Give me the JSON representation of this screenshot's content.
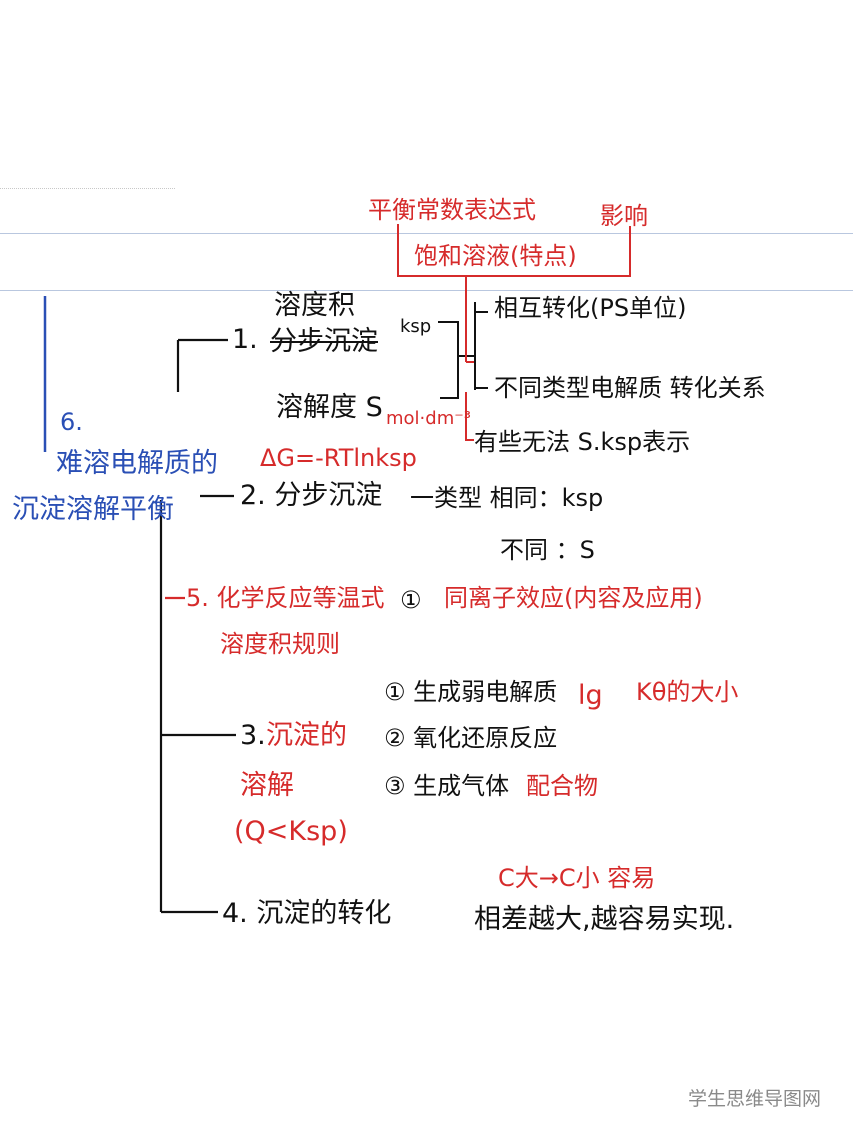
{
  "top": {
    "balance_expression": "平衡常数表达式",
    "influence": "影响",
    "saturated_solution": "饱和溶液(特点)"
  },
  "root": {
    "number": "6.",
    "line1": "难溶电解质的",
    "line2": "沉淀溶解平衡"
  },
  "branch1": {
    "label": "1.",
    "solubility_product": "溶度积",
    "struck_text": "分步沉淀",
    "ksp": "ksp",
    "solubility": "溶解度 S",
    "unit": "mol·dm⁻³",
    "gibbs": "ΔG=-RTlnksp",
    "mutual_conversion": "相互转化(PS单位)",
    "different_types": "不同类型电解质 转化关系",
    "cannot_express": "有些无法 S.ksp表示"
  },
  "branch2": {
    "label": "2. 分步沉淀",
    "same_type": "一类型 相同：ksp",
    "different": "不同 ：S"
  },
  "branch5": {
    "label": "5. 化学反应等温式",
    "rule": "溶度积规则",
    "circled": "①",
    "common_ion": "同离子效应(内容及应用)"
  },
  "branch3": {
    "label": "3.",
    "title1": "沉淀的",
    "title2": "溶解",
    "condition": "(Q<Ksp)",
    "item1": "① 生成弱电解质",
    "item1_extra1": "lg",
    "item1_extra2": "Kθ的大小",
    "item2": "② 氧化还原反应",
    "item3": "③ 生成气体",
    "item3_extra": "配合物"
  },
  "branch4": {
    "label": "4. 沉淀的转化",
    "note_red": "C大→C小 容易",
    "note": "相差越大,越容易实现."
  },
  "watermark": "学生思维导图网"
}
